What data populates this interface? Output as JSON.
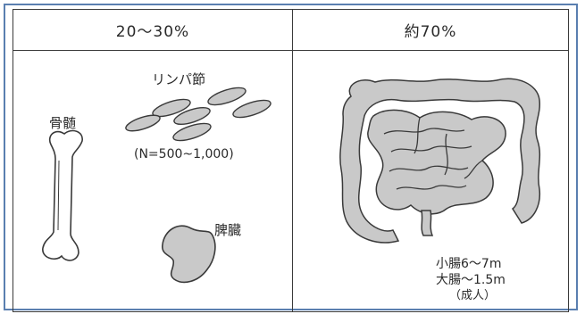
{
  "headers": {
    "left": "20～30%",
    "right": "約70%"
  },
  "left_panel": {
    "lymph_nodes_label": "リンパ節",
    "lymph_nodes_count": "(N=500~1,000)",
    "bone_marrow_label": "骨髄",
    "spleen_label": "脾臓"
  },
  "right_panel": {
    "small_intestine_length": "小腸6～7m",
    "large_intestine_length": "大腸～1.5m",
    "note": "（成人）"
  },
  "colors": {
    "frame": "#5a7fb0",
    "line": "#3a3a3a",
    "organ_fill": "#c9c9c9",
    "organ_stroke": "#3a3a3a"
  },
  "icons": [
    "bone-icon",
    "lymph-node-icon",
    "spleen-icon",
    "intestine-icon"
  ]
}
